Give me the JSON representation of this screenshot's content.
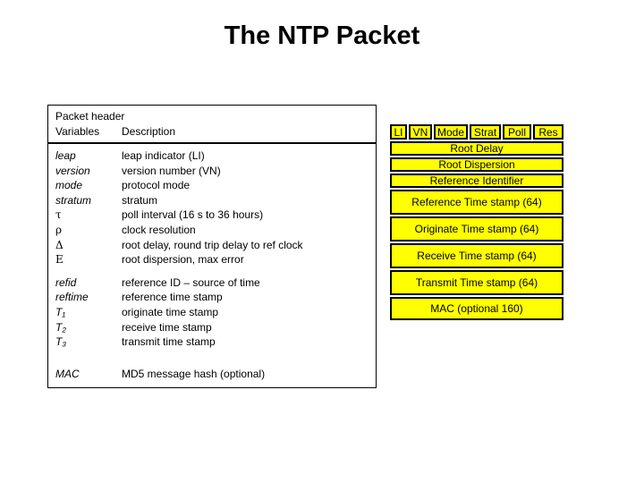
{
  "title": "The NTP Packet",
  "table": {
    "header_line1": "Packet header",
    "header_cols": {
      "variables": "Variables",
      "description": "Description"
    },
    "groups": [
      {
        "rows": [
          {
            "var": "leap",
            "desc": "leap indicator (LI)"
          },
          {
            "var": "version",
            "desc": "version number (VN)"
          },
          {
            "var": "mode",
            "desc": "protocol mode"
          },
          {
            "var": "stratum",
            "desc": "stratum"
          },
          {
            "var": "τ",
            "desc": "poll interval (16 s to 36 hours)"
          },
          {
            "var": "ρ",
            "desc": "clock resolution"
          },
          {
            "var": "Δ",
            "desc": "root delay, round trip delay to ref clock"
          },
          {
            "var": "Ε",
            "desc": "root dispersion, max error"
          }
        ]
      },
      {
        "rows": [
          {
            "var": "refid",
            "desc": "reference ID – source of time"
          },
          {
            "var": "reftime",
            "desc": "reference time stamp"
          },
          {
            "var": "T₁",
            "desc": "originate time stamp"
          },
          {
            "var": "T₂",
            "desc": "receive time stamp"
          },
          {
            "var": "T₃",
            "desc": "transmit time stamp"
          }
        ]
      },
      {
        "rows": [
          {
            "var": "MAC",
            "desc": "MD5 message hash (optional)"
          }
        ]
      }
    ]
  },
  "packet_diagram": {
    "bit_fields": [
      "LI",
      "VN",
      "Mode",
      "Strat",
      "Poll",
      "Res"
    ],
    "rows": [
      "Root Delay",
      "Root Dispersion",
      "Reference Identifier",
      "Reference Time stamp (64)",
      "Originate Time stamp (64)",
      "Receive Time stamp (64)",
      "Transmit Time stamp (64)",
      "MAC (optional 160)"
    ]
  },
  "colors": {
    "field_fill": "#FFFF00",
    "border": "#000000"
  }
}
